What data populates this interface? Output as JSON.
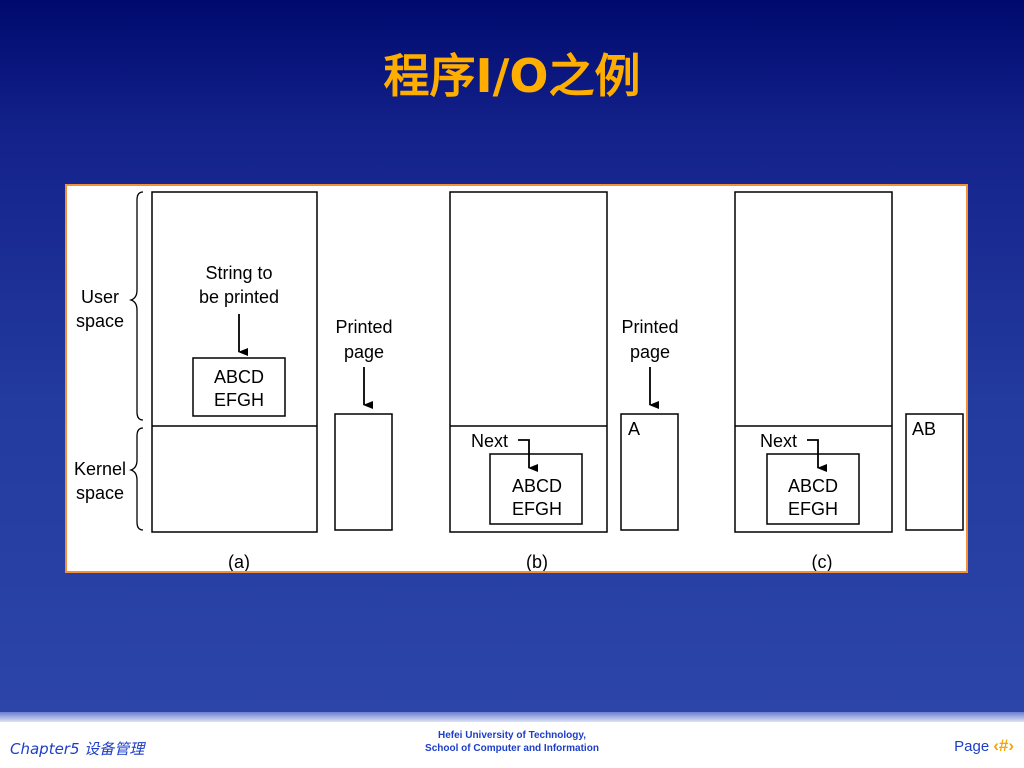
{
  "slide": {
    "title": "程序I/O之例"
  },
  "figure": {
    "side_labels": {
      "user_line1": "User",
      "user_line2": "space",
      "kernel_line1": "Kernel",
      "kernel_line2": "space"
    },
    "panel_a": {
      "caption": "(a)",
      "string_label_line1": "String to",
      "string_label_line2": "be printed",
      "buffer_line1": "ABCD",
      "buffer_line2": "EFGH",
      "printed_label_line1": "Printed",
      "printed_label_line2": "page",
      "printed_content": ""
    },
    "panel_b": {
      "caption": "(b)",
      "next_label": "Next",
      "buffer_line1": "ABCD",
      "buffer_line2": "EFGH",
      "printed_label_line1": "Printed",
      "printed_label_line2": "page",
      "printed_content": "A"
    },
    "panel_c": {
      "caption": "(c)",
      "next_label": "Next",
      "buffer_line1": "ABCD",
      "buffer_line2": "EFGH",
      "printed_content": "AB"
    }
  },
  "footer": {
    "left": "Chapter5 设备管理",
    "center_line1": "Hefei University of Technology,",
    "center_line2": "School of Computer and Information",
    "page_label": "Page",
    "page_symbol": "‹#›"
  },
  "colors": {
    "title": "#ffae00",
    "frame_border": "#f2913a",
    "footer_text": "#1d3ec8"
  }
}
